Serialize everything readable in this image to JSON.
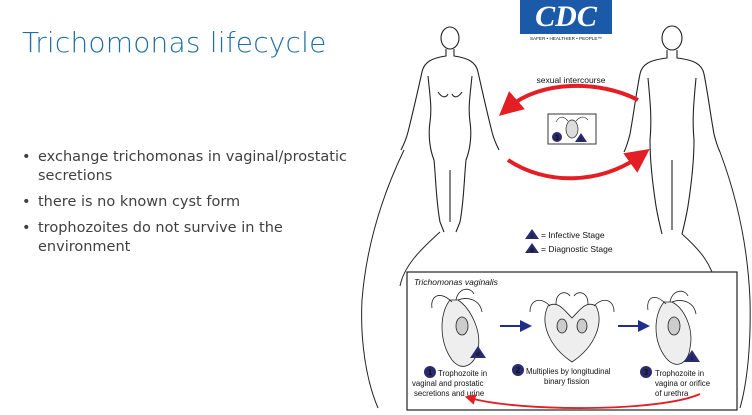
{
  "slide": {
    "title": "Trichomonas lifecycle",
    "bullets": [
      "exchange trichomonas in vaginal/prostatic secretions",
      "there is no known cyst form",
      "trophozoites do not survive in the environment"
    ]
  },
  "logo": {
    "text": "CDC",
    "tagline": "SAFER • HEALTHIER • PEOPLE™"
  },
  "diagram": {
    "transmission_label": "sexual intercourse",
    "legend": {
      "infective": {
        "badge": "i",
        "text": "= Infective Stage"
      },
      "diagnostic": {
        "badge": "d",
        "text": "= Diagnostic Stage"
      }
    },
    "center_badges": {
      "step": "3",
      "stage": "i"
    },
    "panel_title": "Trichomonas vaginalis",
    "stages": [
      {
        "num": "1",
        "badge": "d",
        "line1": "Trophozoite in",
        "line2": "vaginal and prostatic",
        "line3": "secretions and urine"
      },
      {
        "num": "2",
        "line1": "Multiplies by longitudinal",
        "line2": "binary fission"
      },
      {
        "num": "3",
        "badge": "i",
        "line1": "Trophozoite in",
        "line2": "vagina or orifice",
        "line3": "of urethra"
      }
    ]
  },
  "colors": {
    "title": "#1f6fa3",
    "arrow": "#e31e24",
    "logo": "#1a5aa8",
    "badge": "#2a2a6e",
    "blue_arrow": "#1f2f8a"
  }
}
